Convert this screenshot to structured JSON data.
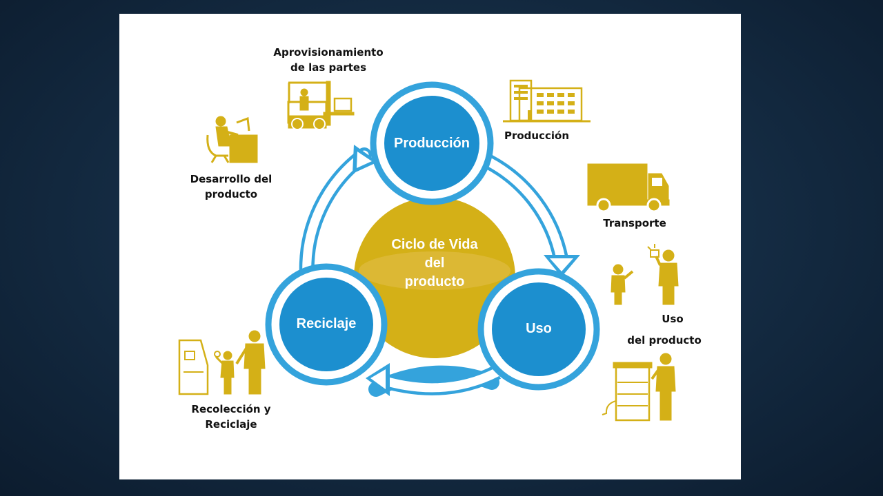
{
  "center": {
    "line1": "Ciclo de Vida",
    "line2": "del",
    "line3": "producto"
  },
  "nodes": {
    "produccion": "Producción",
    "uso": "Uso",
    "reciclaje": "Reciclaje"
  },
  "stages": {
    "aprovisionamiento": {
      "line1": "Aprovisionamiento",
      "line2": "de las partes",
      "icon": "forklift-icon"
    },
    "desarrollo": {
      "line1": "Desarrollo del",
      "line2": "producto",
      "icon": "designer-desk-icon"
    },
    "produccion": {
      "line1": "Producción",
      "icon": "factory-icon"
    },
    "transporte": {
      "line1": "Transporte",
      "icon": "truck-icon"
    },
    "uso": {
      "line1": "Uso",
      "line2": "del producto",
      "icon": "people-device-icon"
    },
    "recoleccion": {
      "line1": "Recolección y",
      "line2": "Reciclaje",
      "icon": "recycling-machine-icon"
    }
  },
  "colors": {
    "background": "#152d45",
    "node_blue": "#1c8fcf",
    "ring_blue": "#34a3dc",
    "gold": "#d4b017"
  }
}
